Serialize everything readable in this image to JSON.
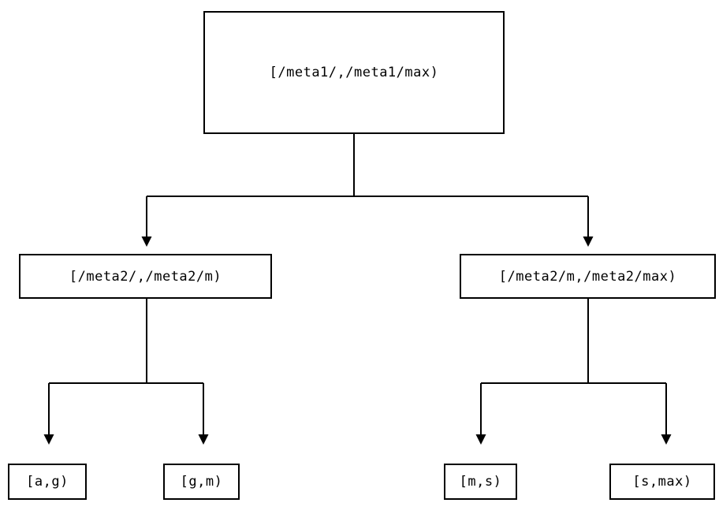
{
  "diagram": {
    "type": "tree",
    "line_color": "#000000",
    "box_border_color": "#000000",
    "background_color": "#ffffff",
    "root": {
      "label": "[/meta1/,/meta1/max)"
    },
    "level2": [
      {
        "label": "[/meta2/,/meta2/m)"
      },
      {
        "label": "[/meta2/m,/meta2/max)"
      }
    ],
    "leaves": [
      {
        "label": "[a,g)"
      },
      {
        "label": "[g,m)"
      },
      {
        "label": "[m,s)"
      },
      {
        "label": "[s,max)"
      }
    ]
  }
}
